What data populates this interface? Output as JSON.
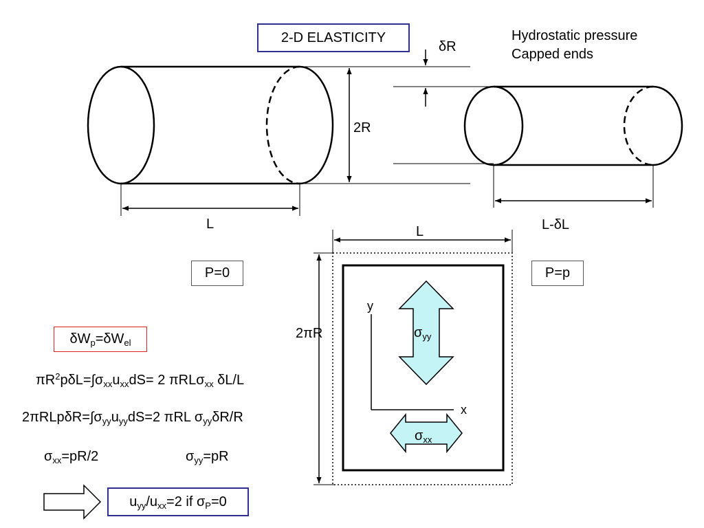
{
  "title": "2-D ELASTICITY",
  "conditions": {
    "line1": "Hydrostatic pressure",
    "line2": "Capped ends"
  },
  "dimension_labels": {
    "delta_r": "δR",
    "two_r": "2R",
    "length_left": "L",
    "length_right": "L-δL",
    "length_plate": "L",
    "two_pi_r": "2πR"
  },
  "pressure_boxes": {
    "left": "P=0",
    "right": "P=p"
  },
  "axes": {
    "x": "x",
    "y": "y"
  },
  "stress_labels": {
    "syy": {
      "base": "σ",
      "sub": "yy"
    },
    "sxx": {
      "base": "σ",
      "sub": "xx"
    }
  },
  "equations": {
    "work_balance": {
      "a": "δW",
      "a_sub": "p",
      "b": "=δW",
      "b_sub": "el"
    },
    "eq1": {
      "p1": "πR",
      "p1_sup": "2",
      "p2": "pδL=∫σ",
      "p2_sub": "xx",
      "p3": "u",
      "p3_sub": "xx",
      "p4": "dS= 2 πRLσ",
      "p4_sub": "xx",
      "p5": " δL/L"
    },
    "eq2": {
      "p1": "2πRLpδR=∫σ",
      "p1_sub": "yy",
      "p2": "u",
      "p2_sub": "yy",
      "p3": "dS=2 πRL σ",
      "p3_sub": "yy",
      "p4": "δR/R"
    },
    "sxx_result": {
      "p1": "σ",
      "p1_sub": "xx",
      "p2": "=pR/2"
    },
    "syy_result": {
      "p1": "σ",
      "p1_sub": "yy",
      "p2": "=pR"
    },
    "conclusion": {
      "p1": "u",
      "p1_sub": "yy",
      "p2": "/u",
      "p2_sub": "xx",
      "p3": "=2 if σ",
      "p3_sub": "P",
      "p4": "=0"
    }
  },
  "colors": {
    "arrow_fill": "#c4f4f6",
    "title_border": "#2f2f8f",
    "red_border": "#dd2222",
    "line": "#000000"
  }
}
